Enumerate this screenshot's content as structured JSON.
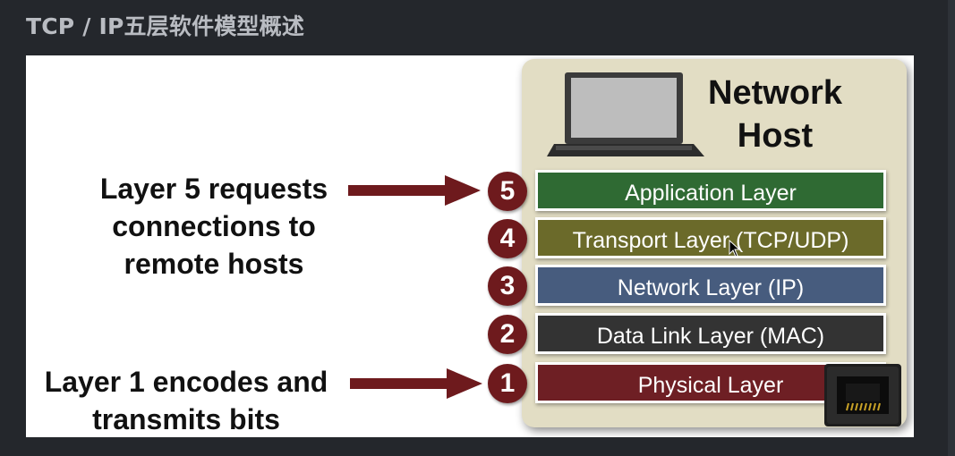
{
  "window": {
    "title": "TCP / IP五层软件模型概述"
  },
  "diagram": {
    "host_title_line1": "Network",
    "host_title_line2": "Host",
    "layers": [
      {
        "number": "5",
        "name": "Application Layer",
        "color": "#2f6a33"
      },
      {
        "number": "4",
        "name": "Transport Layer (TCP/UDP)",
        "color": "#6b6a2a"
      },
      {
        "number": "3",
        "name": "Network Layer (IP)",
        "color": "#475c7e"
      },
      {
        "number": "2",
        "name": "Data Link Layer (MAC)",
        "color": "#333333"
      },
      {
        "number": "1",
        "name": "Physical Layer",
        "color": "#6e1f24"
      }
    ],
    "callout_top": [
      "Layer 5 requests",
      "connections to",
      "remote hosts"
    ],
    "callout_bottom": [
      "Layer 1 encodes and",
      "transmits bits"
    ],
    "arrow_color": "#6e1a1d",
    "panel_color": "#e2ddc4",
    "icons": [
      "laptop-icon",
      "ethernet-port-icon",
      "mouse-cursor-icon"
    ]
  }
}
